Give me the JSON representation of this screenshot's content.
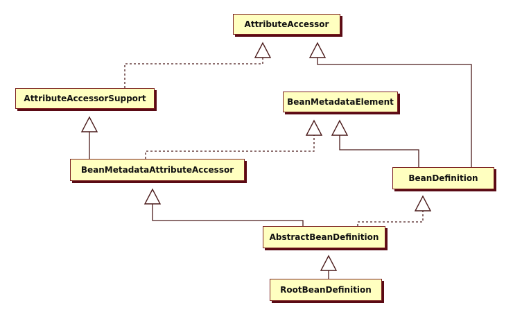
{
  "diagram": {
    "type": "class-hierarchy",
    "nodes": {
      "attribute_accessor": "AttributeAccessor",
      "attribute_accessor_support": "AttributeAccessorSupport",
      "bean_metadata_element": "BeanMetadataElement",
      "bean_metadata_attribute_accessor": "BeanMetadataAttributeAccessor",
      "bean_definition": "BeanDefinition",
      "abstract_bean_definition": "AbstractBeanDefinition",
      "root_bean_definition": "RootBeanDefinition"
    },
    "relations": [
      {
        "from": "AttributeAccessorSupport",
        "to": "AttributeAccessor",
        "kind": "realization"
      },
      {
        "from": "BeanDefinition",
        "to": "AttributeAccessor",
        "kind": "generalization"
      },
      {
        "from": "BeanMetadataAttributeAccessor",
        "to": "AttributeAccessorSupport",
        "kind": "generalization"
      },
      {
        "from": "BeanMetadataAttributeAccessor",
        "to": "BeanMetadataElement",
        "kind": "realization"
      },
      {
        "from": "BeanDefinition",
        "to": "BeanMetadataElement",
        "kind": "generalization"
      },
      {
        "from": "AbstractBeanDefinition",
        "to": "BeanMetadataAttributeAccessor",
        "kind": "generalization"
      },
      {
        "from": "AbstractBeanDefinition",
        "to": "BeanDefinition",
        "kind": "realization"
      },
      {
        "from": "RootBeanDefinition",
        "to": "AbstractBeanDefinition",
        "kind": "generalization"
      }
    ],
    "colors": {
      "node_fill": "#ffffc0",
      "node_border": "#7a1e1e",
      "node_shadow": "#5a0a14",
      "connector": "#4a1a1a"
    }
  }
}
